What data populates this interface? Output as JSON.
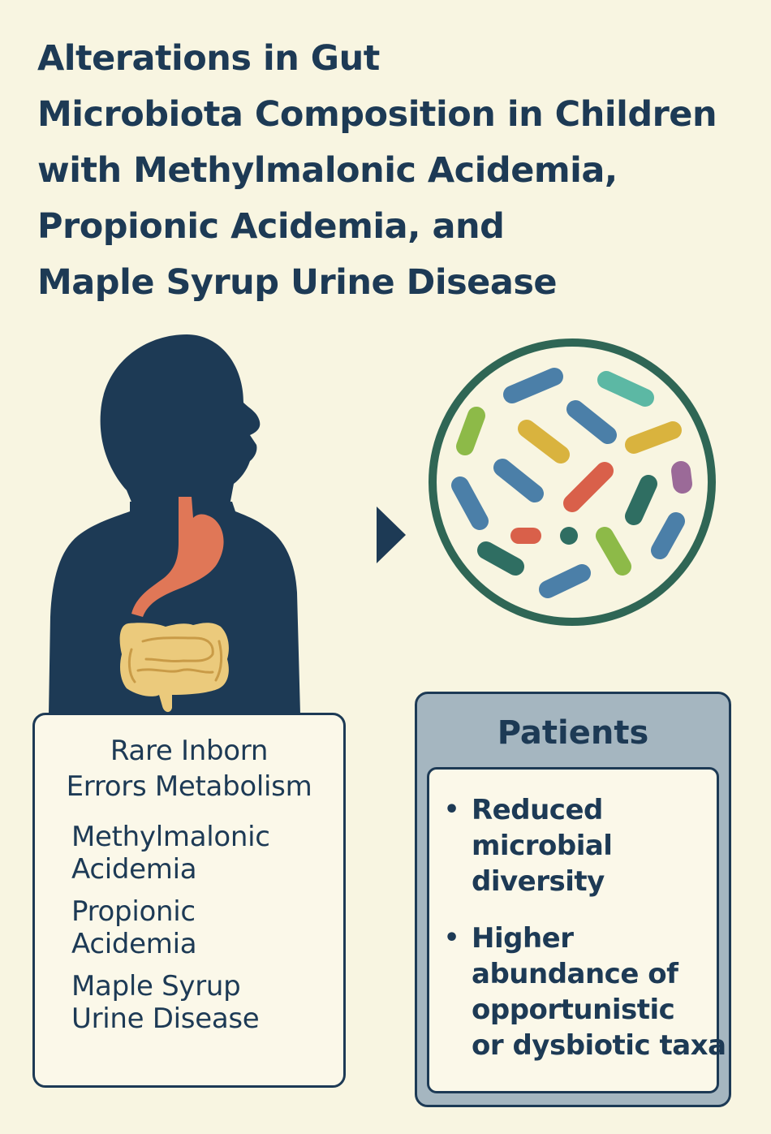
{
  "title_lines": [
    "Alterations in Gut",
    "Microbiota Composition in Children",
    "with Methylmalonic Acidemia,",
    "Propionic Acidemia, and",
    "Maple Syrup Urine Disease"
  ],
  "left_box": {
    "heading_lines": [
      "Rare Inborn",
      "Errors Metabolism"
    ],
    "conditions": [
      {
        "lines": [
          "Methylmalonic",
          "Acidemia"
        ]
      },
      {
        "lines": [
          "Propionic",
          "Acidemia"
        ]
      },
      {
        "lines": [
          "Maple Syrup",
          "Urine Disease"
        ]
      }
    ]
  },
  "right_box": {
    "heading": "Patients",
    "bullets": [
      {
        "lines": [
          "Reduced",
          "microbial",
          "diversity"
        ]
      },
      {
        "lines": [
          "Higher",
          "abundance of",
          "opportunistic",
          "or dysbiotic taxa"
        ]
      }
    ]
  },
  "colors": {
    "background": "#f8f5e1",
    "silhouette": "#1d3a55",
    "stomach": "#e07757",
    "intestine": "#ebca7c",
    "petri_border": "#2f6655",
    "patients_header": "#a5b6c0"
  },
  "bacteria_colors": [
    "#4b7fa8",
    "#5cb8a4",
    "#8dba48",
    "#d9b33e",
    "#2f6e62",
    "#d9604a",
    "#9b6a98"
  ]
}
